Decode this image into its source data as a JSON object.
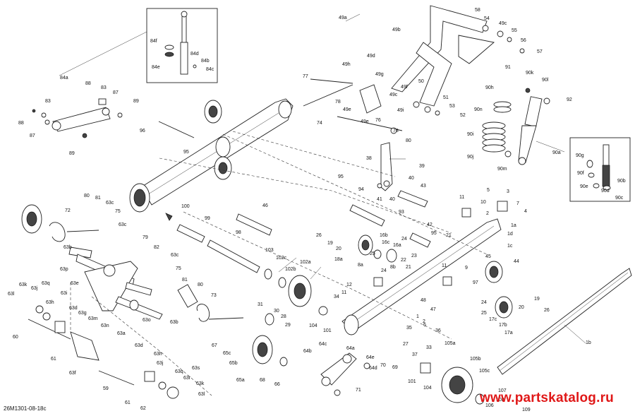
{
  "diagram": {
    "document_code": "26M1301-08-18c",
    "watermark": "www.partskatalog.ru",
    "callouts": {
      "inset_top": [
        "84f",
        "84d",
        "84e",
        "84b",
        "84c"
      ],
      "inset_right": [
        "90g",
        "90f",
        "90e",
        "90d",
        "90b",
        "90c"
      ],
      "upper_arm": [
        "49a",
        "49b",
        "58",
        "54",
        "49c",
        "55",
        "56",
        "57",
        "49h",
        "49d",
        "49g",
        "49f",
        "50",
        "51",
        "53",
        "52",
        "49c",
        "49i",
        "49e",
        "76",
        "78",
        "80",
        "77",
        "78",
        "49e",
        "74"
      ],
      "shock_right": [
        "91",
        "90k",
        "90l",
        "90h",
        "90n",
        "90i",
        "90j",
        "90m",
        "90a",
        "92"
      ],
      "shock_left": [
        "84a",
        "88",
        "83",
        "87",
        "89",
        "83",
        "88",
        "87",
        "89",
        "96",
        "95"
      ],
      "rail_center": [
        "38",
        "39",
        "40",
        "41",
        "40",
        "95",
        "94",
        "43",
        "42",
        "93",
        "46",
        "100",
        "99",
        "98",
        "103",
        "102c",
        "102b",
        "102a",
        "104",
        "101"
      ],
      "rail_right": [
        "11",
        "5",
        "3",
        "10",
        "7",
        "4",
        "2",
        "1a",
        "1d",
        "1c",
        "44",
        "45",
        "97",
        "9",
        "11",
        "21",
        "95",
        "24",
        "26",
        "19",
        "20",
        "16b",
        "16c",
        "16a",
        "18a",
        "25",
        "22",
        "23",
        "21",
        "8a",
        "8b",
        "24",
        "12",
        "48",
        "47",
        "11",
        "34",
        "1",
        "6",
        "36",
        "2",
        "35",
        "33",
        "37",
        "27",
        "24",
        "25",
        "17c",
        "17b",
        "17a",
        "20",
        "19",
        "26",
        "1b"
      ],
      "front_arm": [
        "72",
        "80",
        "81",
        "63c",
        "75",
        "63c",
        "79",
        "82",
        "63c",
        "63b",
        "63p",
        "63k",
        "63j",
        "63i",
        "63l",
        "63q",
        "63h",
        "63e",
        "63d",
        "63g",
        "63m",
        "63n",
        "63a",
        "63o",
        "63b",
        "63d",
        "63f",
        "81",
        "80",
        "73",
        "75",
        "31",
        "30",
        "28",
        "29",
        "67",
        "65c",
        "65b",
        "65a",
        "68",
        "66",
        "60",
        "61",
        "59",
        "63h",
        "63j",
        "63q",
        "63s",
        "63r",
        "63k",
        "61",
        "62",
        "63l",
        "64b",
        "64c",
        "64a",
        "64e",
        "64d",
        "70",
        "71",
        "69",
        "101",
        "104",
        "105a",
        "105b",
        "105c",
        "107",
        "108",
        "106",
        "109"
      ]
    }
  }
}
